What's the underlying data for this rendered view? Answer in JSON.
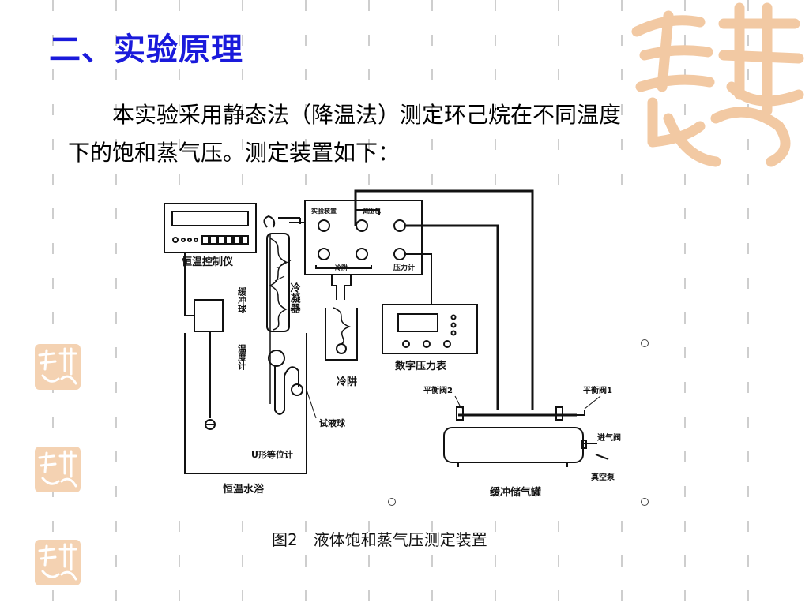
{
  "slide": {
    "title": "二、实验原理",
    "intro_line1": "本实验采用静态法（降温法）测定环己烷在不同温度",
    "intro_line2": "下的饱和蒸气压。测定装置如下："
  },
  "decor": {
    "seal_color": "#f2c9a3"
  },
  "figure": {
    "caption": "图2　液体饱和蒸气压测定装置",
    "labels": {
      "thermostat_controller": "恒温控制仪",
      "buffer_ball": "缓冲球",
      "condenser": "冷凝器",
      "thermometer": "温度计",
      "test_ball": "试液球",
      "u_manometer": "U形等位计",
      "water_bath": "恒温水浴",
      "cold_trap": "冷阱",
      "experiment_device": "实验装置",
      "pressure_regulator": "调压包",
      "cold_trap_short": "冷阱",
      "pressure_gauge": "压力计",
      "digital_pressure_meter": "数字压力表",
      "balance_valve_2": "平衡阀2",
      "balance_valve_1": "平衡阀1",
      "inlet_valve": "进气阀",
      "vacuum_pump": "真空泵",
      "buffer_tank": "缓冲储气罐"
    }
  }
}
